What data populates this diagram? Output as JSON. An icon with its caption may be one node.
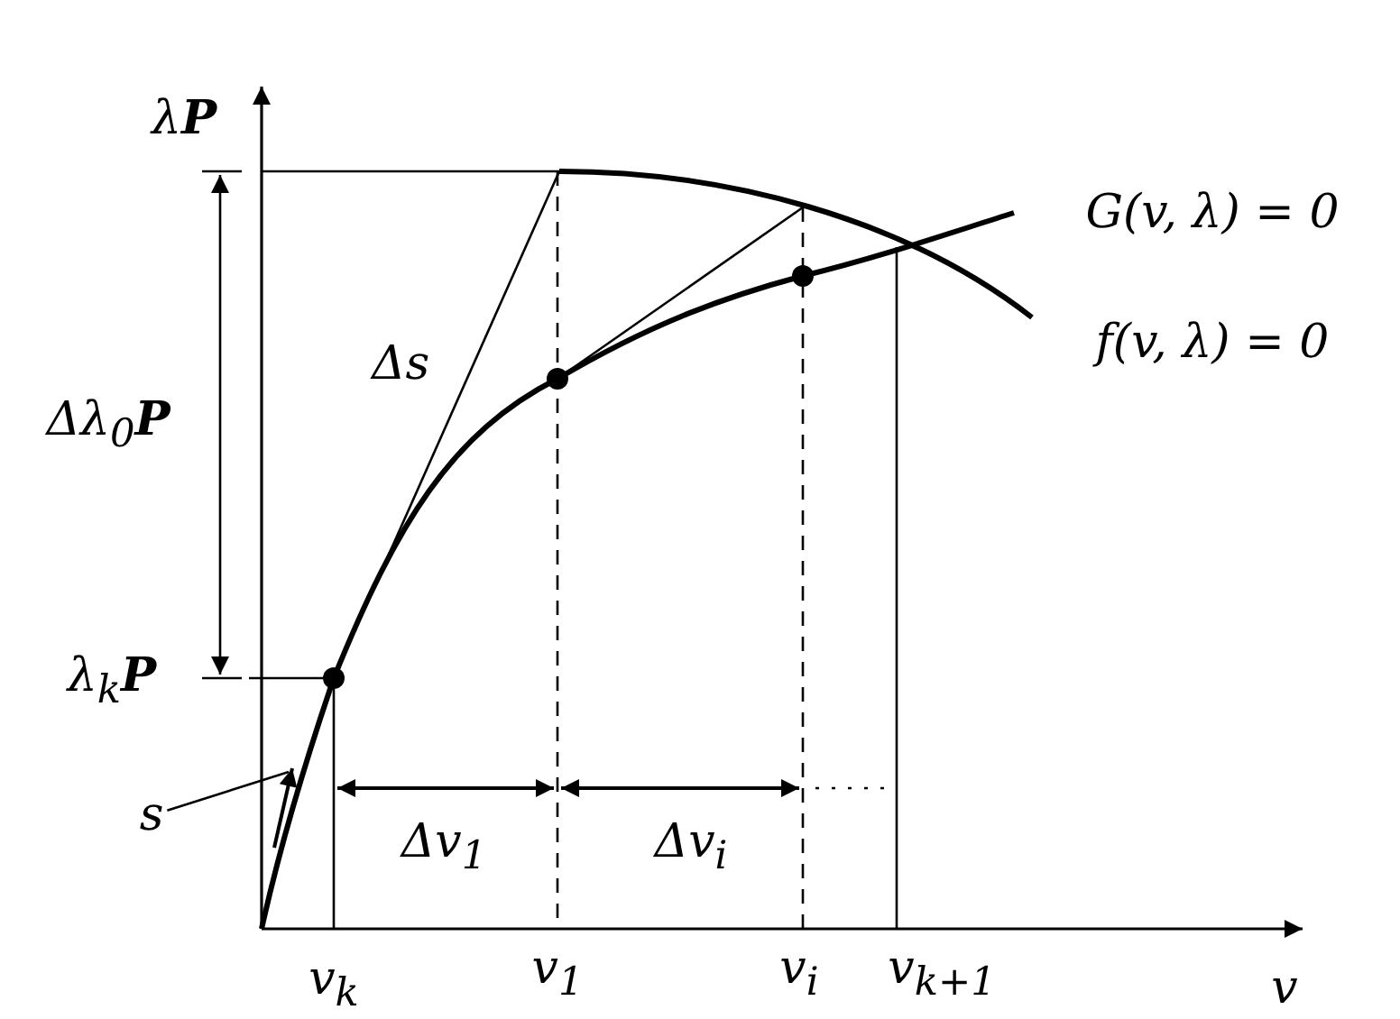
{
  "diagram": {
    "nodes": [
      {
        "text": [
          "s"
        ]
      },
      {
        "text": [],
        "shape": "curve"
      }
    ],
    "edges": [
      {
        "from": 0,
        "to": 1,
        "arrow": "none"
      }
    ],
    "labels": [
      "λ**P**",
      "G(v, λ) = 0",
      "Δs",
      "f(v, λ) = 0",
      "Δλ$_{0}$**P**",
      "λ$_{k}$**P**",
      "Δv$_{1}$",
      "Δv$_{i}$",
      "v$_{k}$",
      "v$_{1}$",
      "v$_{i}$",
      "v$_{k+1}$",
      "v"
    ]
  }
}
